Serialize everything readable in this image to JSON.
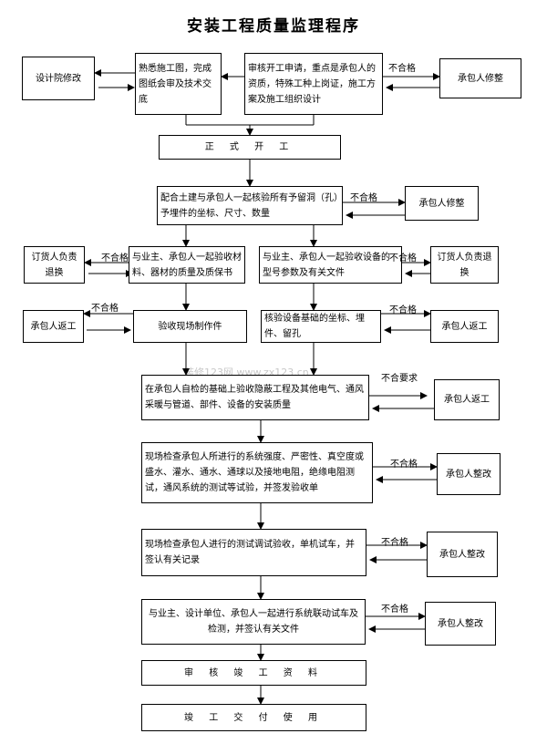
{
  "title": "安装工程质量监理程序",
  "watermark": "装修123网 www.zx123.cn",
  "fail_label": "不合格",
  "fail_requirement_label": "不合要求",
  "nodes": {
    "design_modify": "设计院修改",
    "familiar_drawings": "熟悉施工图，完成图纸会审及技术交底",
    "review_application": "审核开工申请，重点是承包人的资质，特殊工种上岗证，施工方案及施工组织设计",
    "contractor_rectify_1": "承包人修整",
    "formal_start": "正 式 开 工",
    "check_embedded": "配合土建与承包人一起核验所有予留洞（孔）予埋件的坐标、尺寸、数量",
    "contractor_rectify_2": "承包人修整",
    "supplier_return_left": "订货人负责退换",
    "accept_materials": "与业主、承包人一起验收材料、器材的质量及质保书",
    "accept_equipment": "与业主、承包人一起验收设备的型号参数及有关文件",
    "supplier_return_right": "订货人负责退换",
    "contractor_redo_left": "承包人返工",
    "accept_prefab": "验收现场制作件",
    "check_foundation": "核验设备基础的坐标、埋件、留孔",
    "contractor_redo_right": "承包人返工",
    "accept_hidden": "在承包人自检的基础上验收隐蔽工程及其他电气、通风采暖与管道、部件、设备的安装质量",
    "contractor_redo_hidden": "承包人返工",
    "system_tests": "现场检查承包人所进行的系统强度、严密性、真空度或盛水、灌水、通水、通球以及接地电阻，绝缘电阻测试，通风系统的测试等试验，并签发验收单",
    "contractor_fix_1": "承包人整改",
    "debug_acceptance": "现场检查承包人进行的测试调试验收，单机试车，并签认有关记录",
    "contractor_fix_2": "承包人整改",
    "joint_test": "与业主、设计单位、承包人一起进行系统联动试车及检测，并签认有关文件",
    "contractor_fix_3": "承包人整改",
    "review_completion": "审 核 竣 工 资 料",
    "completion_handover": "竣 工 交 付 使 用"
  }
}
